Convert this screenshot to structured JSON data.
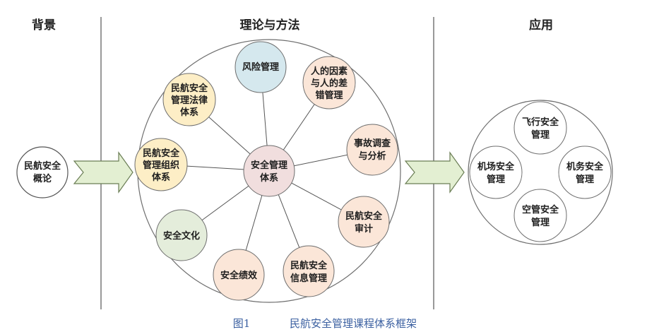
{
  "headers": {
    "background": "背景",
    "theory": "理论与方法",
    "application": "应用"
  },
  "background_node": [
    "民航安全",
    "概论"
  ],
  "center_node": [
    "安全管理",
    "体系"
  ],
  "theory_nodes": {
    "risk": {
      "lines": [
        "风险管理"
      ],
      "color": "#d5e8ee"
    },
    "human": {
      "lines": [
        "人的因素",
        "与人的差",
        "错管理"
      ],
      "color": "#fbe6d8"
    },
    "accident": {
      "lines": [
        "事故调查",
        "与分析"
      ],
      "color": "#fbe6d8"
    },
    "audit": {
      "lines": [
        "民航安全",
        "审计"
      ],
      "color": "#fbe6d8"
    },
    "info": {
      "lines": [
        "民航安全",
        "信息管理"
      ],
      "color": "#fbe6d8"
    },
    "performance": {
      "lines": [
        "安全绩效"
      ],
      "color": "#fbe6d8"
    },
    "culture": {
      "lines": [
        "安全文化"
      ],
      "color": "#e4eddb"
    },
    "org": {
      "lines": [
        "民航安全",
        "管理组织",
        "体系"
      ],
      "color": "#fdeec6"
    },
    "law": {
      "lines": [
        "民航安全",
        "管理法律",
        "体系"
      ],
      "color": "#fdeec6"
    }
  },
  "center_color": "#f1dede",
  "application_nodes": {
    "flight": [
      "飞行安全",
      "管理"
    ],
    "airport": [
      "机场安全",
      "管理"
    ],
    "maintenance": [
      "机务安全",
      "管理"
    ],
    "atc": [
      "空管安全",
      "管理"
    ]
  },
  "caption": {
    "number": "图1",
    "title": "民航安全管理课程体系框架"
  },
  "colors": {
    "arrow_fill": "#e3efd2",
    "arrow_stroke": "#6a7d54",
    "caption": "#3a5fa0"
  }
}
